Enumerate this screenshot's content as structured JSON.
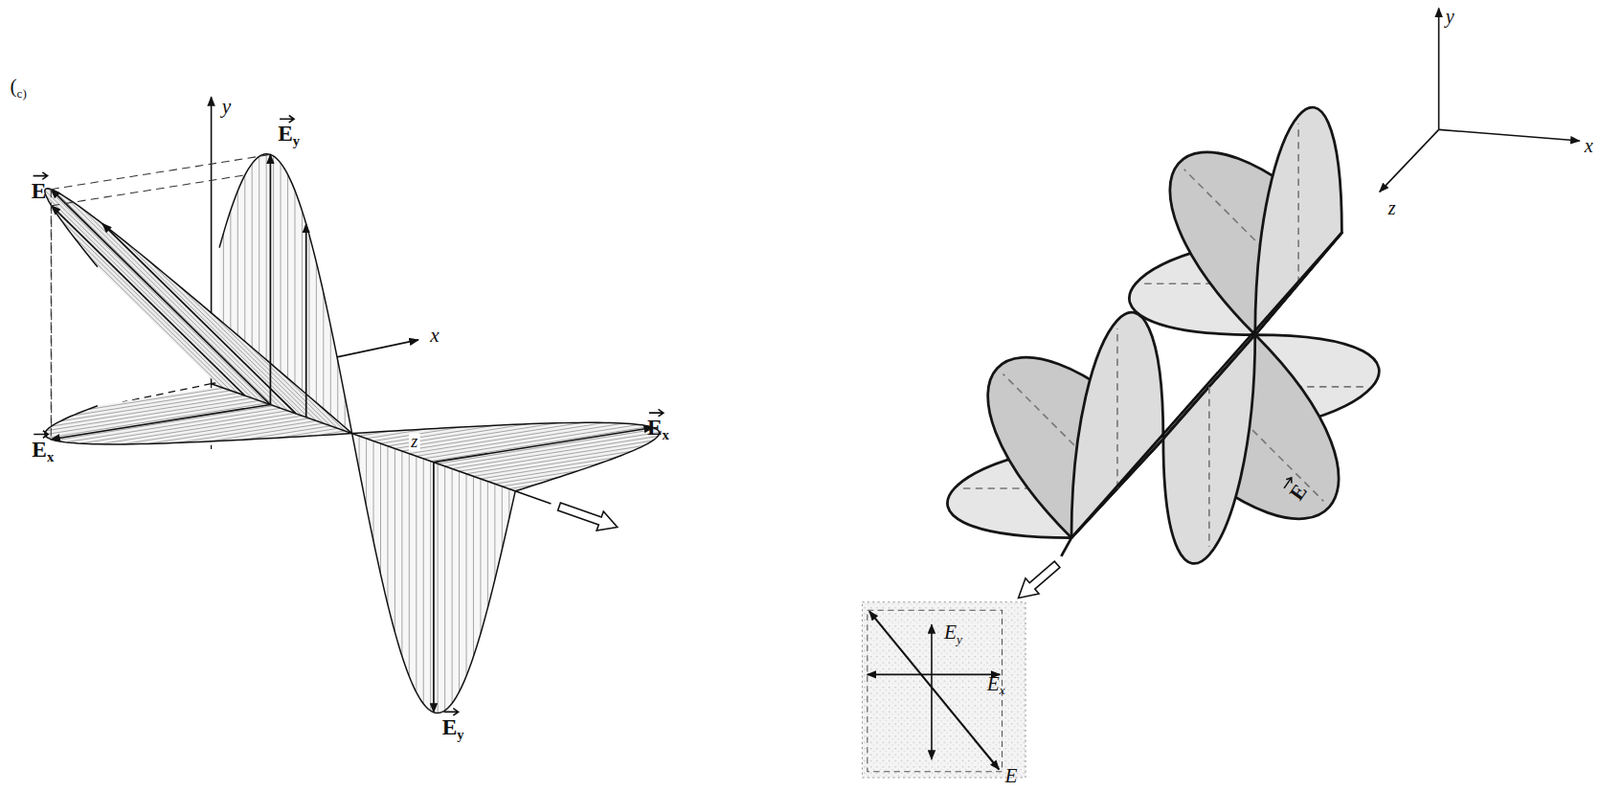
{
  "diagram": {
    "labels": [
      "(c)",
      "y",
      "E",
      "Ey",
      "x",
      "Ex",
      "z",
      "Ex",
      "Ey",
      "y",
      "x",
      "z",
      "E",
      "Ey",
      "Ex",
      "E"
    ]
  }
}
